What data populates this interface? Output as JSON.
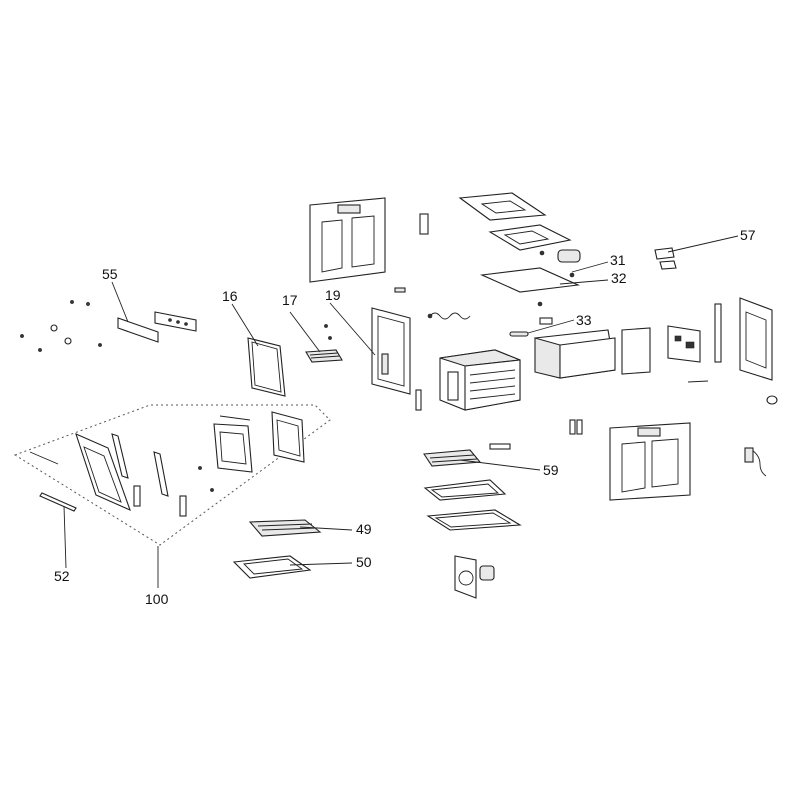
{
  "callouts": [
    {
      "id": "c31",
      "text": "31"
    },
    {
      "id": "c32",
      "text": "32"
    },
    {
      "id": "c33",
      "text": "33"
    },
    {
      "id": "c57",
      "text": "57"
    },
    {
      "id": "c55",
      "text": "55"
    },
    {
      "id": "c16",
      "text": "16"
    },
    {
      "id": "c17",
      "text": "17"
    },
    {
      "id": "c19",
      "text": "19"
    },
    {
      "id": "c59",
      "text": "59"
    },
    {
      "id": "c49",
      "text": "49"
    },
    {
      "id": "c50",
      "text": "50"
    },
    {
      "id": "c52",
      "text": "52"
    },
    {
      "id": "c100",
      "text": "100"
    }
  ]
}
